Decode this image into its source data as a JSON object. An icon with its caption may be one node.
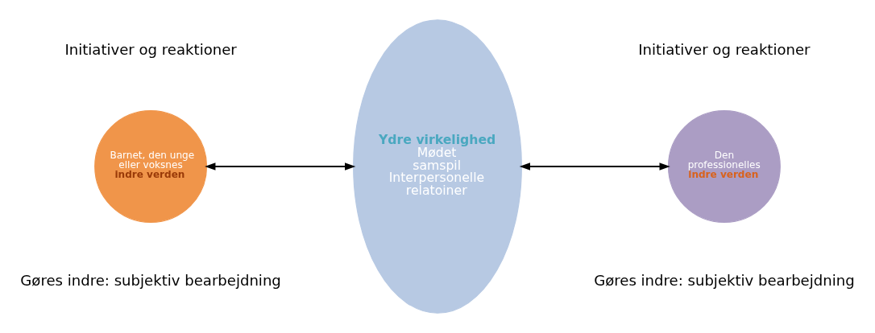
{
  "diagram": {
    "nodes": [
      {
        "text": [
          "Barnet, den unge eller voksnes",
          "indre verden"
        ],
        "beside": [
          "Initiativer og reaktioner",
          "Gøres indre: subjektiv bearbejdning"
        ]
      },
      {
        "text": [
          "Ydre virkelighed",
          "Mødet",
          "samspil",
          "Interpersonelle relatoiner"
        ]
      },
      {
        "text": [
          "Den professionelles",
          "indre verden"
        ],
        "beside": [
          "Initiativer og reaktioner",
          "Gøres indre: subjektiv bearbejdning"
        ]
      }
    ],
    "edges": [
      {
        "from": 0,
        "to": 1,
        "arrow": "both"
      },
      {
        "from": 1,
        "to": 2,
        "arrow": "both"
      }
    ]
  }
}
